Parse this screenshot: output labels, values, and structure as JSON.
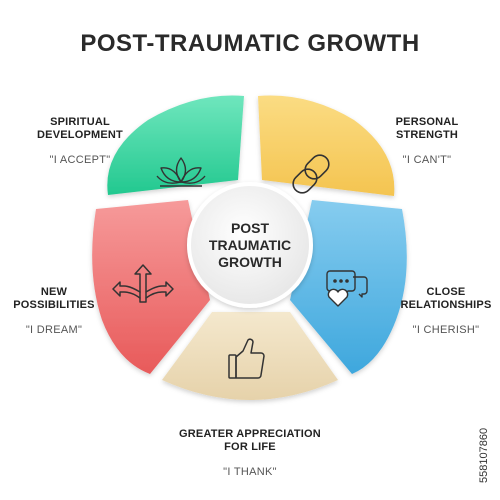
{
  "title": "POST-TRAUMATIC GROWTH",
  "center": {
    "line1": "POST",
    "line2": "TRAUMATIC",
    "line3": "GROWTH"
  },
  "segments": [
    {
      "name_line1": "SPIRITUAL",
      "name_line2": "DEVELOPMENT",
      "quote": "\"I ACCEPT\"",
      "color": "#3dd9a4",
      "icon": "lotus-icon"
    },
    {
      "name_line1": "PERSONAL",
      "name_line2": "STRENGTH",
      "quote": "\"I CAN'T\"",
      "color": "#f7cf67",
      "icon": "chain-link-icon"
    },
    {
      "name_line1": "CLOSE",
      "name_line2": "RELATIONSHIPS",
      "quote": "\"I CHERISH\"",
      "color": "#59b6e4",
      "icon": "heart-chat-icon"
    },
    {
      "name_line1": "GREATER APPRECIATION",
      "name_line2": "FOR LIFE",
      "quote": "\"I THANK\"",
      "color": "#eddcb8",
      "icon": "thumbs-up-icon"
    },
    {
      "name_line1": "NEW",
      "name_line2": "POSSIBILITIES",
      "quote": "\"I DREAM\"",
      "color": "#ee6c6c",
      "icon": "crossroads-arrows-icon"
    }
  ],
  "watermark": "558107860"
}
